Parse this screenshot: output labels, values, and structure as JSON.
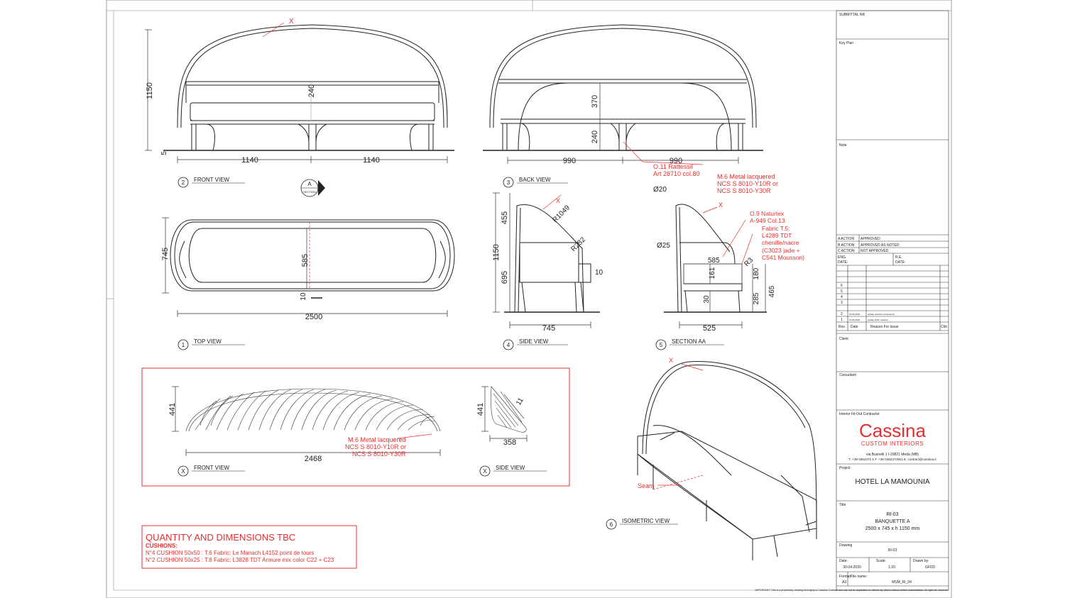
{
  "views": {
    "front": {
      "num": "2",
      "label": "FRONT VIEW",
      "dim_height": "1150",
      "dim_back": "240",
      "dim_base": "5",
      "dim_left": "1140",
      "dim_right": "1140",
      "note_x": "X"
    },
    "back": {
      "num": "3",
      "label": "BACK VIEW",
      "dim_upper": "370",
      "dim_lower": "240",
      "dim_left": "990",
      "dim_right": "990"
    },
    "top": {
      "num": "1",
      "label": "TOP VIEW",
      "dim_depth": "745",
      "dim_seat": "585",
      "dim_small": "10",
      "dim_width": "2500"
    },
    "side": {
      "num": "4",
      "label": "SIDE  VIEW",
      "dim_upper": "455",
      "dim_total": "1150",
      "dim_lower": "695",
      "dim_depth": "745",
      "radius_top": "R1049",
      "radius_mid": "R232",
      "dim_ten": "10",
      "note_x": "X"
    },
    "section": {
      "num": "5",
      "label": "SECTION AA",
      "dia_top": "Ø20",
      "dia_arm": "Ø25",
      "dim_seat": "585",
      "dim_cushion": "161",
      "dim_180": "180",
      "dim_285": "285",
      "dim_30": "30",
      "dim_465": "465",
      "dim_width": "525",
      "radius": "R3",
      "note_x": "X"
    },
    "iso": {
      "num": "6",
      "label": "ISOMETRIC VIEW",
      "seam": "Seam",
      "note_x": "X"
    },
    "x_front": {
      "num": "X",
      "label": "FRONT VIEW",
      "dim_height": "441",
      "dim_width": "2468"
    },
    "x_side": {
      "num": "X",
      "label": "SIDE VIEW",
      "dim_height": "441",
      "dim_width": "358",
      "dim_11": "11"
    },
    "section_marker": {
      "letter": "A",
      "sub": "SECTION"
    }
  },
  "annotations": {
    "o11": [
      "O.11 Rattessil",
      "Art 26710 col.80"
    ],
    "m6": [
      "M.6 Metal lacquered",
      "NCS S 8010-Y10R or",
      "NCS S 8010-Y30R"
    ],
    "o9": [
      "O.9 Naturtex",
      "A-949 Col.13"
    ],
    "t5": [
      "Fabric T.5:",
      "L4289 TDT",
      "chenille/nacre",
      "(C3023 jade +",
      "C541 Mousson)"
    ],
    "x_m6": [
      "M.6 Metal lacquered",
      "NCS S 8010-Y10R or",
      "NCS S 8010-Y30R"
    ]
  },
  "quantity_box": {
    "title": "QUANTITY AND DIMENSIONS TBC",
    "subtitle": "CUSHIONS:",
    "lines": [
      "N°4 CUSHION 50x50 : T.6 Fabric: Le Manach L4152 point de tours",
      "N°2 CUSHION 50x25 : T.8 Fabric: L3828 TDT Armure mix color C22 + C23"
    ]
  },
  "title_block": {
    "submittal": "SUBMITTAL NR",
    "key_plan": "Key Plan",
    "note": "Note",
    "actions": [
      {
        "code": "A  ACTION",
        "text": "APPROVED"
      },
      {
        "code": "B  ACTION",
        "text": "APPROVED  AS  NOTED"
      },
      {
        "code": "C  ACTION",
        "text": "NOT  APPROVED"
      }
    ],
    "eng_label": "ENG.",
    "re_label": "R.E.",
    "date_label": "DATE:",
    "rev_numbers": [
      "6",
      "5",
      "4",
      "3",
      "2",
      "1"
    ],
    "rev_rows": [
      {
        "date": "",
        "reason": ""
      },
      {
        "date": "",
        "reason": ""
      },
      {
        "date": "",
        "reason": ""
      },
      {
        "date": "",
        "reason": ""
      },
      {
        "date": "20-06-2020",
        "reason": "update cushions dimensions"
      },
      {
        "date": "10-06-2020",
        "reason": "update finish material"
      }
    ],
    "rev_headers": [
      "Rev.",
      "Date",
      "Reason For  Issue",
      "Chk"
    ],
    "client": "Client",
    "consultant": "Consultant",
    "contractor_label": "Interior Fit-Out Contractor",
    "brand": "Cassina",
    "brand_sub": "CUSTOM INTERIORS",
    "address": "via Busnelli 1 I-20821 Meda (MB)",
    "contacts": "T. +39 0362372 1  F. +39 0362372551  E. contract@cassina.it",
    "project_label": "Project",
    "project": "HOTEL LA MAMOUNIA",
    "title_label": "Title:",
    "title_lines": [
      "RI-03",
      "BANQUETTE A",
      "2500 x 745 x h 1150 mm"
    ],
    "drawing_label": "Drawing",
    "drawing": "RI-03",
    "date_lbl": "Date:",
    "date": "30-04-2020",
    "scale_lbl": "Scale:",
    "scale": "1:20",
    "drawn_lbl": "Drawn by:",
    "drawn": "GFDD",
    "format_lbl": "Format:",
    "format": "A3",
    "file_lbl": "File name:",
    "file": "MSM_RI_04",
    "footer": "IMPORTANT: This is a proprietary drawing belonging to Cassina Contract and can not be duplicated or utilized by others without written authorization. All right are reserved."
  },
  "colors": {
    "red": "#e53030",
    "line": "#222222",
    "brand": "#e53030"
  }
}
